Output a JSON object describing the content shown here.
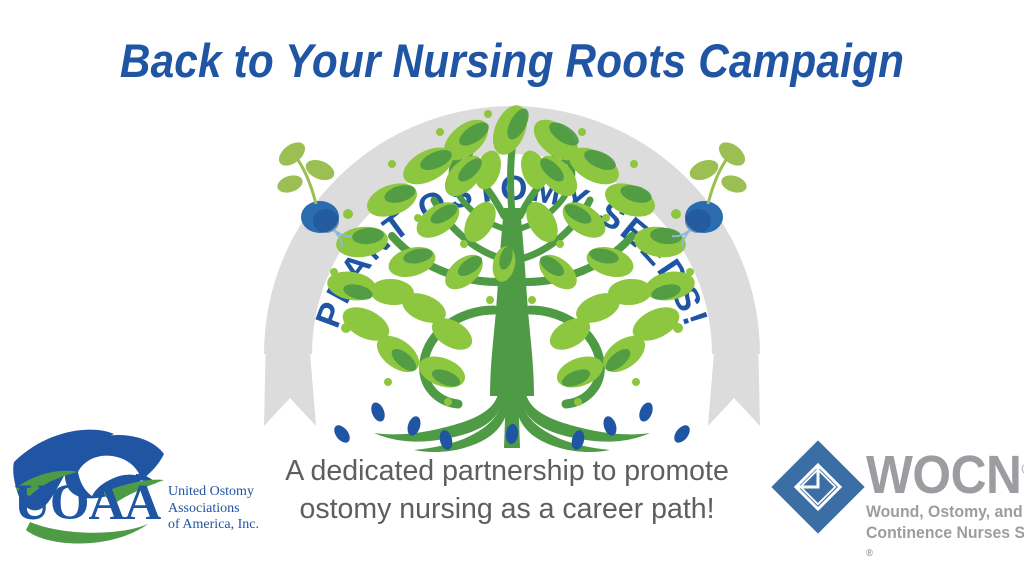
{
  "page": {
    "background_color": "#ffffff",
    "title": "Back to Your Nursing Roots Campaign"
  },
  "headline": {
    "text": "Back to Your Nursing Roots Campaign",
    "color": "#1f55a3"
  },
  "emblem": {
    "ribbon_text": "PLANT OSTOMY SEEDS!",
    "ribbon_color": "#dcdcdc",
    "ribbon_text_color": "#1f55a3",
    "tree": {
      "leaf_color": "#8dc63f",
      "branch_color": "#4e9a45",
      "trunk_color": "#4e9a45",
      "seed_color": "#1f55a3"
    },
    "sprouts": {
      "seed_color": "#2b6cb0",
      "leaf_color": "#9bbf52"
    }
  },
  "tagline": {
    "line1": "A dedicated partnership to promote",
    "line2": "ostomy nursing as a career path!",
    "color": "#5e5e5e"
  },
  "uoaa_logo": {
    "wordmark": "UOAA",
    "name_line1": "United Ostomy",
    "name_line2": "Associations",
    "name_line3": "of America, Inc.",
    "blue": "#1f55a3",
    "green": "#4e9a45"
  },
  "wocn_logo": {
    "wordmark": "WOCN",
    "registered": "®",
    "name_line1": "Wound, Ostomy, and",
    "name_line2": "Continence Nurses Society",
    "gray": "#9b9da1",
    "blue": "#3b6ea5"
  }
}
